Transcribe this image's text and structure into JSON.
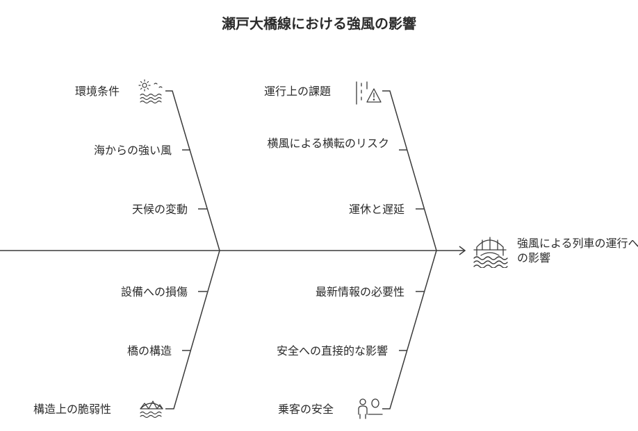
{
  "title": "瀬戸大橋線における強風の影響",
  "effect": {
    "label": "強風による列車の運行への影響",
    "icon": "bridge-waves-icon"
  },
  "categories": {
    "environment": {
      "label": "環境条件",
      "icon": "weather-waves-icon",
      "causes": [
        "海からの強い風",
        "天候の変動"
      ]
    },
    "operations": {
      "label": "運行上の課題",
      "icon": "road-warning-icon",
      "causes": [
        "横風による横転のリスク",
        "運休と遅延"
      ]
    },
    "structure": {
      "label": "構造上の脆弱性",
      "icon": "truss-bridge-icon",
      "causes": [
        "設備への損傷",
        "橋の構造"
      ]
    },
    "safety": {
      "label": "乗客の安全",
      "icon": "passengers-icon",
      "causes": [
        "最新情報の必要性",
        "安全への直接的な影響"
      ]
    }
  },
  "colors": {
    "line": "#3a3a3a",
    "text": "#2b2b2b",
    "background": "#ffffff"
  }
}
